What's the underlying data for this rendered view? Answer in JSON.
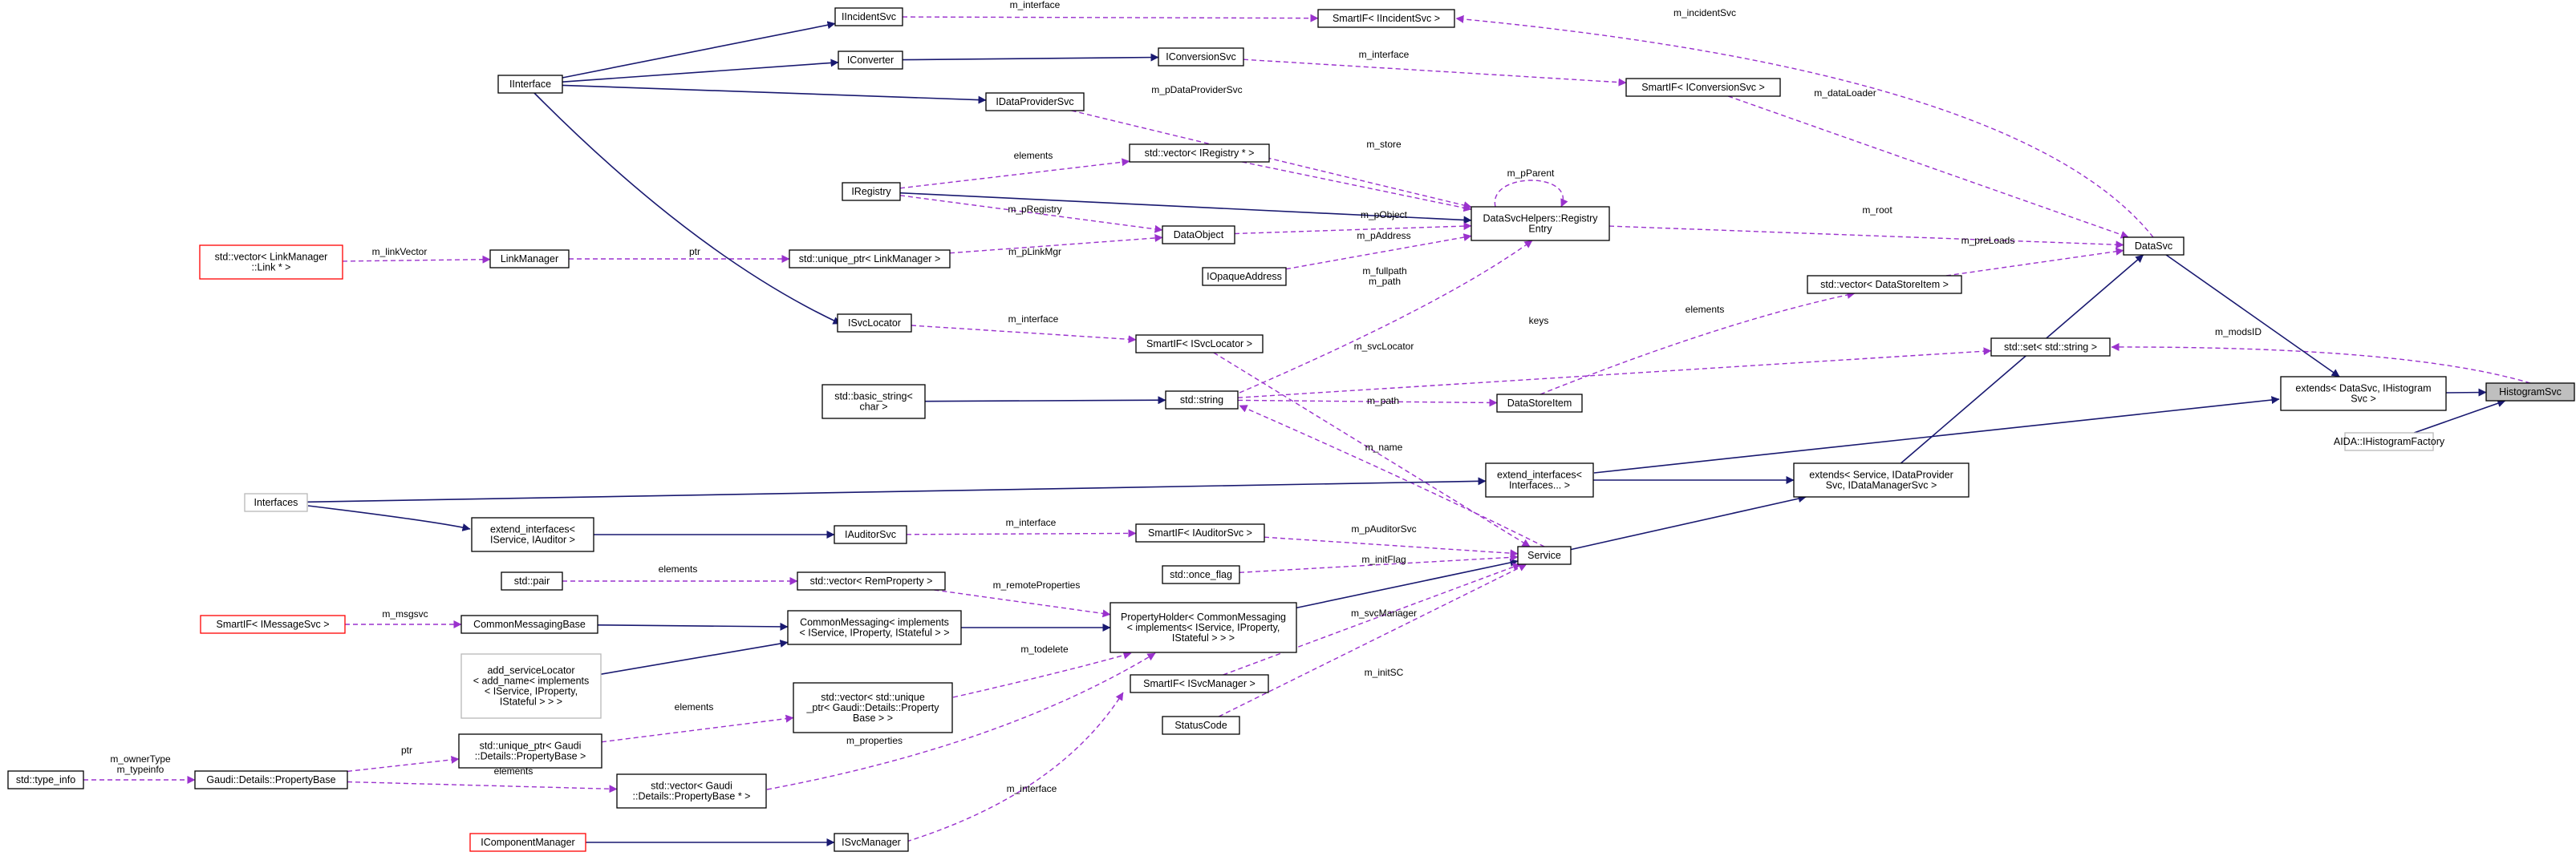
{
  "nodes": [
    {
      "id": "HistogramSvc",
      "label": [
        "HistogramSvc"
      ],
      "style": "current"
    },
    {
      "id": "extendsDataSvc",
      "label": [
        "extends< DataSvc, IHistogram",
        "Svc >"
      ]
    },
    {
      "id": "AIDA",
      "label": [
        "AIDA::IHistogramFactory"
      ],
      "style": "gray"
    },
    {
      "id": "DataSvc",
      "label": [
        "DataSvc"
      ]
    },
    {
      "id": "SetString",
      "label": [
        "std::set< std::string >"
      ]
    },
    {
      "id": "extendsService",
      "label": [
        "extends< Service, IDataProvider",
        "Svc, IDataManagerSvc >"
      ]
    },
    {
      "id": "VecDataStoreItem",
      "label": [
        "std::vector< DataStoreItem >"
      ]
    },
    {
      "id": "SmartIConversion",
      "label": [
        "SmartIF< IConversionSvc >"
      ]
    },
    {
      "id": "SmartIIncident",
      "label": [
        "SmartIF< IIncidentSvc >"
      ]
    },
    {
      "id": "RegistryEntry",
      "label": [
        "DataSvcHelpers::Registry",
        "Entry"
      ]
    },
    {
      "id": "Service",
      "label": [
        "Service"
      ]
    },
    {
      "id": "extendInterfaces",
      "label": [
        "extend_interfaces<",
        "Interfaces... >"
      ]
    },
    {
      "id": "DataStoreItem",
      "label": [
        "DataStoreItem"
      ]
    },
    {
      "id": "IIncidentSvc",
      "label": [
        "IIncidentSvc"
      ]
    },
    {
      "id": "IConversionSvc",
      "label": [
        "IConversionSvc"
      ]
    },
    {
      "id": "IConverter",
      "label": [
        "IConverter"
      ]
    },
    {
      "id": "IDataProviderSvc",
      "label": [
        "IDataProviderSvc"
      ]
    },
    {
      "id": "IInterface",
      "label": [
        "IInterface"
      ]
    },
    {
      "id": "VecIRegistry",
      "label": [
        "std::vector< IRegistry * >"
      ]
    },
    {
      "id": "IRegistry",
      "label": [
        "IRegistry"
      ]
    },
    {
      "id": "DataObject",
      "label": [
        "DataObject"
      ]
    },
    {
      "id": "IOpaqueAddress",
      "label": [
        "IOpaqueAddress"
      ]
    },
    {
      "id": "UniqueLinkManager",
      "label": [
        "std::unique_ptr< LinkManager >"
      ]
    },
    {
      "id": "LinkManager",
      "label": [
        "LinkManager"
      ]
    },
    {
      "id": "VecLink",
      "label": [
        "std::vector< LinkManager",
        "::Link * >"
      ],
      "style": "red"
    },
    {
      "id": "ISvcLocator",
      "label": [
        "ISvcLocator"
      ]
    },
    {
      "id": "SmartISvcLocator",
      "label": [
        "SmartIF< ISvcLocator >"
      ]
    },
    {
      "id": "StdString",
      "label": [
        "std::string"
      ]
    },
    {
      "id": "BasicString",
      "label": [
        "std::basic_string<",
        "char >"
      ]
    },
    {
      "id": "Interfaces",
      "label": [
        "Interfaces"
      ],
      "style": "gray"
    },
    {
      "id": "extendIService",
      "label": [
        "extend_interfaces<",
        "IService, IAuditor >"
      ]
    },
    {
      "id": "IAuditorSvc",
      "label": [
        "IAuditorSvc"
      ]
    },
    {
      "id": "SmartIAuditor",
      "label": [
        "SmartIF< IAuditorSvc >"
      ]
    },
    {
      "id": "StdPair",
      "label": [
        "std::pair"
      ]
    },
    {
      "id": "VecRemProperty",
      "label": [
        "std::vector< RemProperty >"
      ]
    },
    {
      "id": "OnceFlag",
      "label": [
        "std::once_flag"
      ]
    },
    {
      "id": "SmartIMessage",
      "label": [
        "SmartIF< IMessageSvc >"
      ],
      "style": "red"
    },
    {
      "id": "CommonMessagingBase",
      "label": [
        "CommonMessagingBase"
      ]
    },
    {
      "id": "CommonMessaging",
      "label": [
        "CommonMessaging< implements",
        "< IService, IProperty, IStateful > >"
      ]
    },
    {
      "id": "PropertyHolder",
      "label": [
        "PropertyHolder< CommonMessaging",
        "< implements< IService, IProperty,",
        "IStateful > > >"
      ]
    },
    {
      "id": "AddServiceLocator",
      "label": [
        "add_serviceLocator",
        "< add_name< implements",
        "< IService, IProperty,",
        "IStateful > > >"
      ],
      "style": "gray"
    },
    {
      "id": "VecUniqueProp",
      "label": [
        "std::vector< std::unique",
        "_ptr< Gaudi::Details::Property",
        "Base > >"
      ]
    },
    {
      "id": "SmartISvcManager",
      "label": [
        "SmartIF< ISvcManager >"
      ]
    },
    {
      "id": "StatusCode",
      "label": [
        "StatusCode"
      ]
    },
    {
      "id": "UniquePropBase",
      "label": [
        "std::unique_ptr< Gaudi",
        "::Details::PropertyBase >"
      ]
    },
    {
      "id": "TypeInfo",
      "label": [
        "std::type_info"
      ]
    },
    {
      "id": "PropertyBase",
      "label": [
        "Gaudi::Details::PropertyBase"
      ]
    },
    {
      "id": "VecPropPtr",
      "label": [
        "std::vector< Gaudi",
        "::Details::PropertyBase * >"
      ]
    },
    {
      "id": "IComponentManager",
      "label": [
        "IComponentManager"
      ],
      "style": "red"
    },
    {
      "id": "ISvcManager",
      "label": [
        "ISvcManager"
      ]
    }
  ],
  "edges": [
    {
      "from": "extendsDataSvc",
      "to": "HistogramSvc",
      "kind": "inherit",
      "label": []
    },
    {
      "from": "AIDA",
      "to": "HistogramSvc",
      "kind": "inherit",
      "label": []
    },
    {
      "from": "SetString",
      "to": "HistogramSvc",
      "kind": "use",
      "label": [
        "m_modsID"
      ]
    },
    {
      "from": "DataSvc",
      "to": "extendsDataSvc",
      "kind": "inherit",
      "label": []
    },
    {
      "from": "extendInterfaces",
      "to": "extendsDataSvc",
      "kind": "inherit",
      "label": []
    },
    {
      "from": "extendsService",
      "to": "DataSvc",
      "kind": "inherit",
      "label": []
    },
    {
      "from": "SmartIIncident",
      "to": "DataSvc",
      "kind": "use",
      "label": [
        "m_incidentSvc"
      ]
    },
    {
      "from": "SmartIConversion",
      "to": "DataSvc",
      "kind": "use",
      "label": [
        "m_dataLoader"
      ]
    },
    {
      "from": "RegistryEntry",
      "to": "DataSvc",
      "kind": "use",
      "label": [
        "m_root"
      ]
    },
    {
      "from": "VecDataStoreItem",
      "to": "DataSvc",
      "kind": "use",
      "label": [
        "m_preLoads"
      ]
    },
    {
      "from": "StdString",
      "to": "SetString",
      "kind": "use",
      "label": [
        "keys"
      ]
    },
    {
      "from": "Service",
      "to": "extendsService",
      "kind": "inherit",
      "label": []
    },
    {
      "from": "extendInterfaces",
      "to": "extendsService",
      "kind": "inherit",
      "label": []
    },
    {
      "from": "DataStoreItem",
      "to": "VecDataStoreItem",
      "kind": "use",
      "label": [
        "elements"
      ]
    },
    {
      "from": "IConversionSvc",
      "to": "SmartIConversion",
      "kind": "use",
      "label": [
        "m_interface"
      ]
    },
    {
      "from": "IIncidentSvc",
      "to": "SmartIIncident",
      "kind": "use",
      "label": [
        "m_interface"
      ]
    },
    {
      "from": "IDataProviderSvc",
      "to": "RegistryEntry",
      "kind": "use",
      "label": [
        "m_pDataProviderSvc"
      ]
    },
    {
      "from": "VecIRegistry",
      "to": "RegistryEntry",
      "kind": "use",
      "label": [
        "m_store"
      ]
    },
    {
      "from": "RegistryEntry",
      "to": "RegistryEntry",
      "kind": "use",
      "label": [
        "m_pParent"
      ]
    },
    {
      "from": "IRegistry",
      "to": "RegistryEntry",
      "kind": "inherit",
      "label": []
    },
    {
      "from": "DataObject",
      "to": "RegistryEntry",
      "kind": "use",
      "label": [
        "m_pObject"
      ]
    },
    {
      "from": "IOpaqueAddress",
      "to": "RegistryEntry",
      "kind": "use",
      "label": [
        "m_pAddress"
      ]
    },
    {
      "from": "StdString",
      "to": "RegistryEntry",
      "kind": "use",
      "label": [
        "m_fullpath",
        "m_path"
      ]
    },
    {
      "from": "PropertyHolder",
      "to": "Service",
      "kind": "inherit",
      "label": []
    },
    {
      "from": "SmartISvcLocator",
      "to": "Service",
      "kind": "use",
      "label": [
        "m_svcLocator"
      ]
    },
    {
      "from": "StdString",
      "to": "Service",
      "kind": "use",
      "label": [
        "m_name"
      ]
    },
    {
      "from": "SmartIAuditor",
      "to": "Service",
      "kind": "use",
      "label": [
        "m_pAuditorSvc"
      ]
    },
    {
      "from": "OnceFlag",
      "to": "Service",
      "kind": "use",
      "label": [
        "m_initFlag"
      ]
    },
    {
      "from": "SmartISvcManager",
      "to": "Service",
      "kind": "use",
      "label": [
        "m_svcManager"
      ]
    },
    {
      "from": "StatusCode",
      "to": "Service",
      "kind": "use",
      "label": [
        "m_initSC"
      ]
    },
    {
      "from": "Interfaces",
      "to": "extendInterfaces",
      "kind": "inherit",
      "label": []
    },
    {
      "from": "StdString",
      "to": "DataStoreItem",
      "kind": "use",
      "label": [
        "m_path"
      ]
    },
    {
      "from": "IInterface",
      "to": "IIncidentSvc",
      "kind": "inherit",
      "label": []
    },
    {
      "from": "IConverter",
      "to": "IConversionSvc",
      "kind": "inherit",
      "label": []
    },
    {
      "from": "IInterface",
      "to": "IConverter",
      "kind": "inherit",
      "label": []
    },
    {
      "from": "IInterface",
      "to": "IDataProviderSvc",
      "kind": "inherit",
      "label": []
    },
    {
      "from": "IRegistry",
      "to": "VecIRegistry",
      "kind": "use",
      "label": [
        "elements"
      ]
    },
    {
      "from": "IRegistry",
      "to": "DataObject",
      "kind": "use",
      "label": [
        "m_pRegistry"
      ]
    },
    {
      "from": "UniqueLinkManager",
      "to": "DataObject",
      "kind": "use",
      "label": [
        "m_pLinkMgr"
      ]
    },
    {
      "from": "LinkManager",
      "to": "UniqueLinkManager",
      "kind": "use",
      "label": [
        "ptr"
      ]
    },
    {
      "from": "VecLink",
      "to": "LinkManager",
      "kind": "use",
      "label": [
        "m_linkVector"
      ]
    },
    {
      "from": "IInterface",
      "to": "ISvcLocator",
      "kind": "inherit",
      "label": []
    },
    {
      "from": "ISvcLocator",
      "to": "SmartISvcLocator",
      "kind": "use",
      "label": [
        "m_interface"
      ]
    },
    {
      "from": "BasicString",
      "to": "StdString",
      "kind": "inherit",
      "label": []
    },
    {
      "from": "Interfaces",
      "to": "extendIService",
      "kind": "inherit",
      "label": []
    },
    {
      "from": "extendIService",
      "to": "IAuditorSvc",
      "kind": "inherit",
      "label": []
    },
    {
      "from": "IAuditorSvc",
      "to": "SmartIAuditor",
      "kind": "use",
      "label": [
        "m_interface"
      ]
    },
    {
      "from": "StdPair",
      "to": "VecRemProperty",
      "kind": "use",
      "label": [
        "elements"
      ]
    },
    {
      "from": "VecRemProperty",
      "to": "PropertyHolder",
      "kind": "use",
      "label": [
        "m_remoteProperties"
      ]
    },
    {
      "from": "CommonMessaging",
      "to": "PropertyHolder",
      "kind": "inherit",
      "label": []
    },
    {
      "from": "VecUniqueProp",
      "to": "PropertyHolder",
      "kind": "use",
      "label": [
        "m_todelete"
      ]
    },
    {
      "from": "VecPropPtr",
      "to": "PropertyHolder",
      "kind": "use",
      "label": [
        "m_properties"
      ]
    },
    {
      "from": "CommonMessagingBase",
      "to": "CommonMessaging",
      "kind": "inherit",
      "label": []
    },
    {
      "from": "AddServiceLocator",
      "to": "CommonMessaging",
      "kind": "inherit",
      "label": []
    },
    {
      "from": "SmartIMessage",
      "to": "CommonMessagingBase",
      "kind": "use",
      "label": [
        "m_msgsvc"
      ]
    },
    {
      "from": "UniquePropBase",
      "to": "VecUniqueProp",
      "kind": "use",
      "label": [
        "elements"
      ]
    },
    {
      "from": "PropertyBase",
      "to": "UniquePropBase",
      "kind": "use",
      "label": [
        "ptr"
      ]
    },
    {
      "from": "TypeInfo",
      "to": "PropertyBase",
      "kind": "use",
      "label": [
        "m_ownerType",
        "m_typeinfo"
      ]
    },
    {
      "from": "PropertyBase",
      "to": "VecPropPtr",
      "kind": "use",
      "label": [
        "elements"
      ]
    },
    {
      "from": "ISvcManager",
      "to": "SmartISvcManager",
      "kind": "use",
      "label": [
        "m_interface"
      ]
    },
    {
      "from": "IComponentManager",
      "to": "ISvcManager",
      "kind": "inherit",
      "label": []
    }
  ]
}
